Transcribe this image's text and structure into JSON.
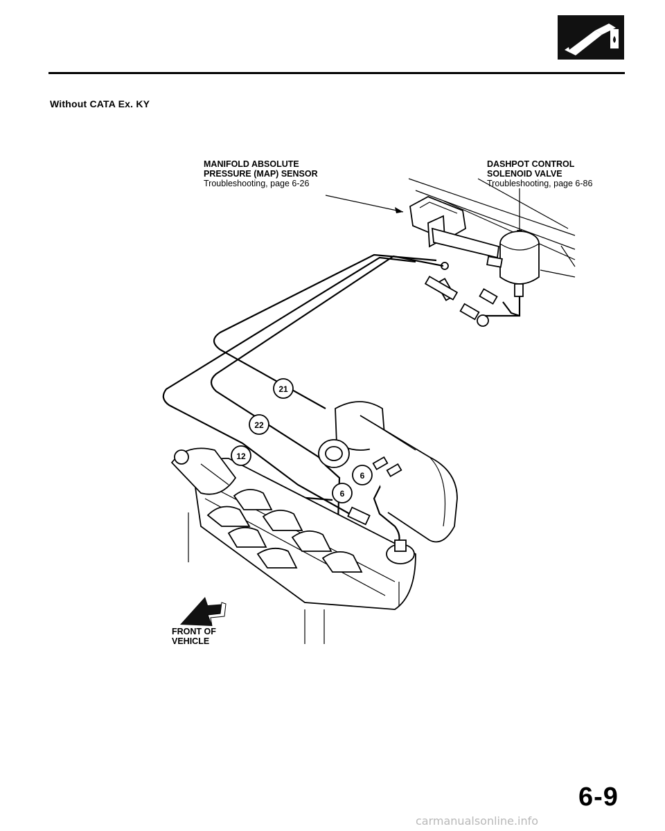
{
  "header": {
    "icon": "fuel-nozzle-icon",
    "subtitle": "Without CATA Ex. KY"
  },
  "callouts": {
    "map_sensor": {
      "title_line1": "MANIFOLD ABSOLUTE",
      "title_line2": "PRESSURE (MAP) SENSOR",
      "reference": "Troubleshooting, page 6-26"
    },
    "dashpot_valve": {
      "title_line1": "DASHPOT CONTROL",
      "title_line2": "SOLENOID VALVE",
      "reference": "Troubleshooting, page 6-86"
    }
  },
  "hose_numbers": [
    "21",
    "22",
    "12",
    "6",
    "6"
  ],
  "front_indicator": {
    "icon": "front-arrow-icon",
    "line1": "FRONT OF",
    "line2": "VEHICLE"
  },
  "footer": {
    "page_number": "6-9",
    "watermark": "carmanualsonline.info"
  }
}
